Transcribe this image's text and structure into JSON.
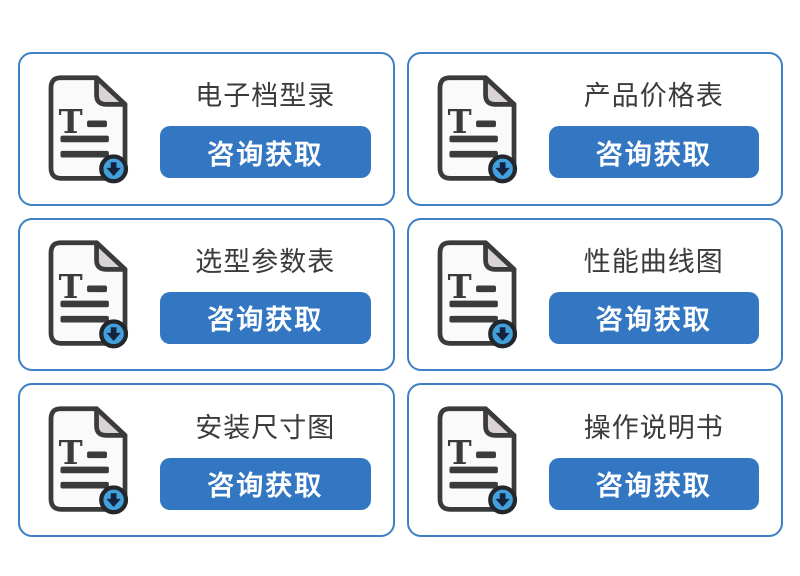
{
  "colors": {
    "card_border": "#3d80c4",
    "button_bg": "#3377c3",
    "button_text": "#ffffff",
    "title_text": "#3b3b3b",
    "icon_outline": "#3b3b3b",
    "icon_page_fill": "#fbfafa",
    "icon_fold_fill": "#d9d3d3",
    "icon_badge_blue": "#42a0dc",
    "icon_arrow": "#16233e"
  },
  "cards": [
    {
      "title": "电子档型录",
      "button_label": "咨询获取",
      "icon": "document-download-icon"
    },
    {
      "title": "产品价格表",
      "button_label": "咨询获取",
      "icon": "document-download-icon"
    },
    {
      "title": "选型参数表",
      "button_label": "咨询获取",
      "icon": "document-download-icon"
    },
    {
      "title": "性能曲线图",
      "button_label": "咨询获取",
      "icon": "document-download-icon"
    },
    {
      "title": "安装尺寸图",
      "button_label": "咨询获取",
      "icon": "document-download-icon"
    },
    {
      "title": "操作说明书",
      "button_label": "咨询获取",
      "icon": "document-download-icon"
    }
  ]
}
